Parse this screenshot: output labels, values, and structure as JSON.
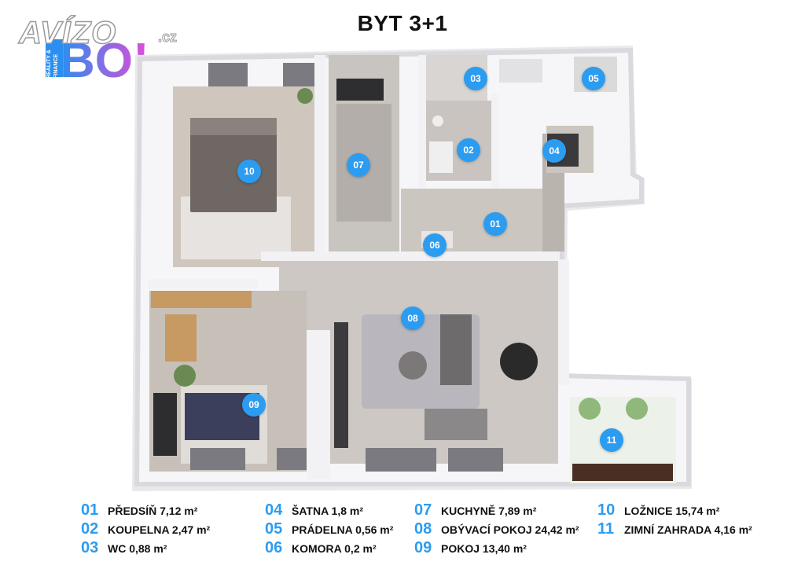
{
  "title": "BYT 3+1",
  "logo": {
    "text": "AVÍZO",
    "tld": ".cz",
    "bo_text": "BO!",
    "side_text": "REALITY & FINANCE"
  },
  "colors": {
    "accent": "#2c9cf0",
    "logo_gradient_start": "#2a8ff0",
    "logo_gradient_end": "#e24ad8"
  },
  "markers": [
    "01",
    "02",
    "03",
    "04",
    "05",
    "06",
    "07",
    "08",
    "09",
    "10",
    "11"
  ],
  "legend": [
    {
      "num": "01",
      "label": "PŘEDSÍŇ 7,12 m²"
    },
    {
      "num": "02",
      "label": "KOUPELNA 2,47 m²"
    },
    {
      "num": "03",
      "label": "WC 0,88 m²"
    },
    {
      "num": "04",
      "label": "ŠATNA 1,8 m²"
    },
    {
      "num": "05",
      "label": "PRÁDELNA 0,56 m²"
    },
    {
      "num": "06",
      "label": "KOMORA 0,2 m²"
    },
    {
      "num": "07",
      "label": "KUCHYNĚ 7,89 m²"
    },
    {
      "num": "08",
      "label": "OBÝVACÍ POKOJ 24,42 m²"
    },
    {
      "num": "09",
      "label": "POKOJ 13,40 m²"
    },
    {
      "num": "10",
      "label": "LOŽNICE 15,74 m²"
    },
    {
      "num": "11",
      "label": "ZIMNÍ ZAHRADA 4,16 m²"
    }
  ]
}
